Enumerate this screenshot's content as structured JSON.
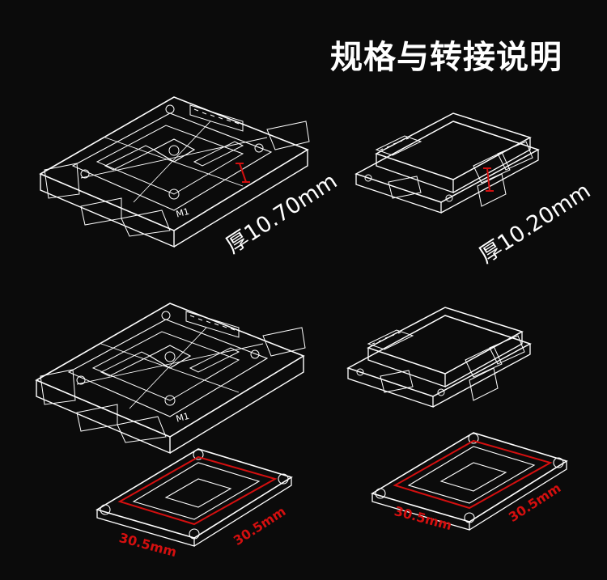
{
  "title": "规格与转接说明",
  "top_left": {
    "thickness": "厚10.70mm",
    "marker": "M1"
  },
  "top_right": {
    "thickness": "厚10.20mm"
  },
  "bottom_left": {
    "dim_a": "30.5mm",
    "dim_b": "30.5mm",
    "marker": "M1"
  },
  "bottom_right": {
    "dim_a": "30.5mm",
    "dim_b": "30.5mm"
  },
  "colors": {
    "line": "#ffffff",
    "dimension": "#d40f0f",
    "background": "#0b0b0b"
  }
}
